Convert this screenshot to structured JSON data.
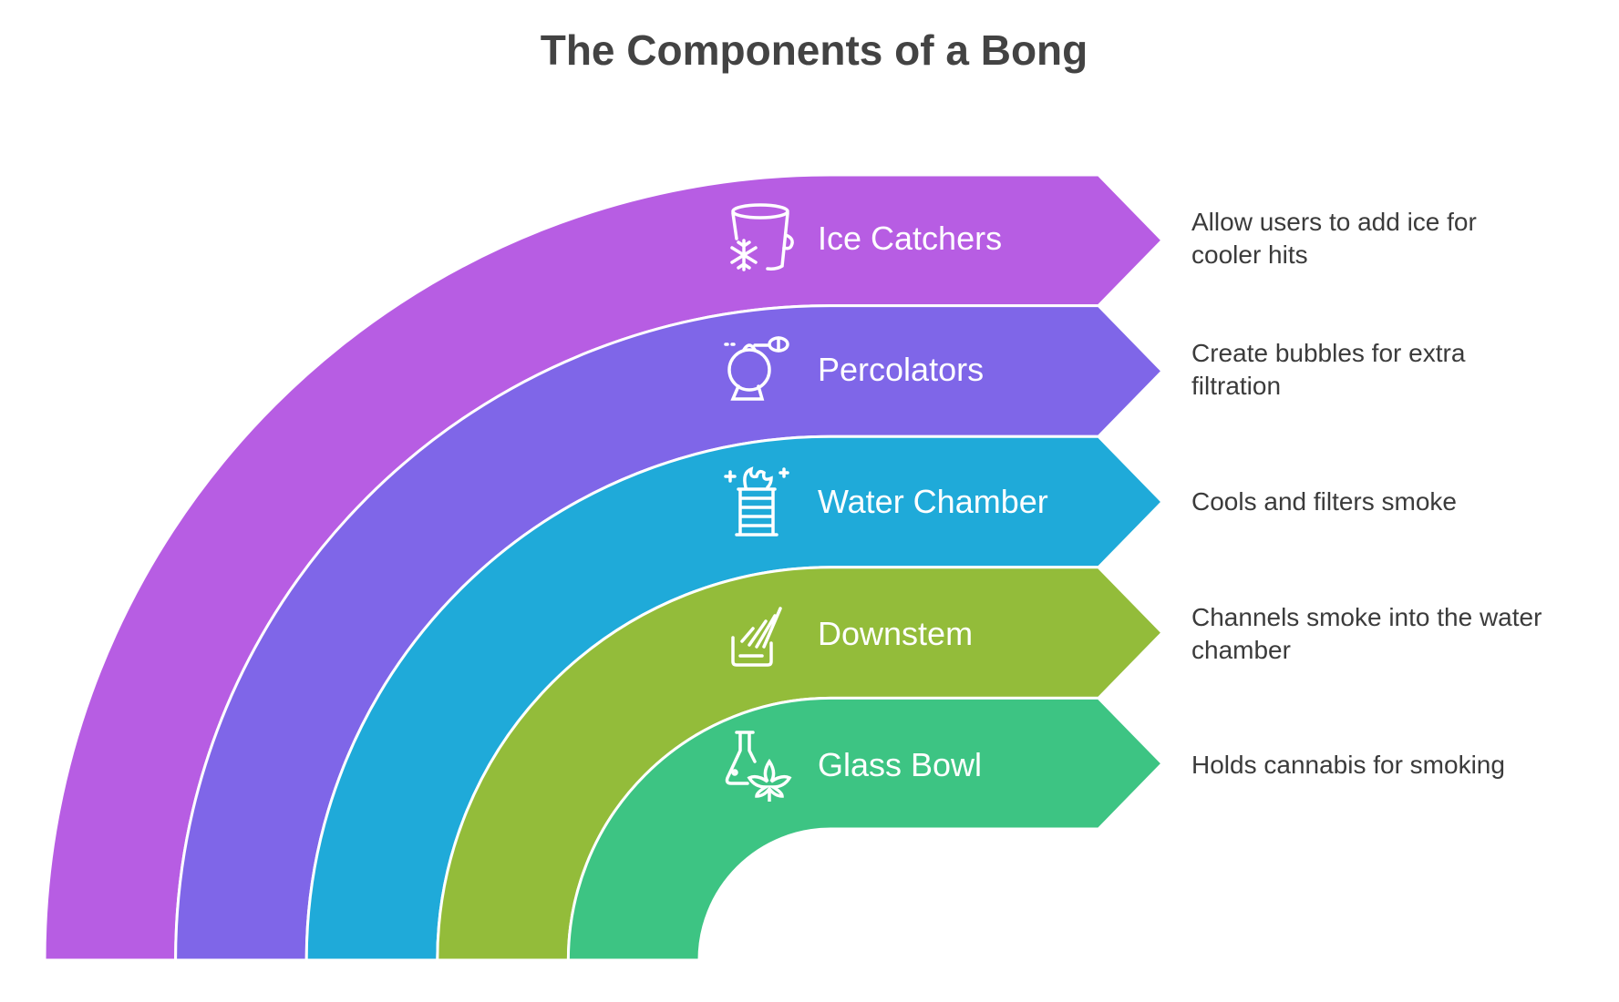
{
  "title": "The Components of a Bong",
  "components": [
    {
      "name": "Ice Catchers",
      "description": "Allow users to add ice for cooler hits",
      "color": "#B75DE3",
      "icon": "ice-bucket-icon"
    },
    {
      "name": "Percolators",
      "description": "Create bubbles for extra filtration",
      "color": "#7F66E8",
      "icon": "percolator-icon"
    },
    {
      "name": "Water Chamber",
      "description": "Cools and filters smoke",
      "color": "#1FAAD9",
      "icon": "water-chamber-icon"
    },
    {
      "name": "Downstem",
      "description": "Channels smoke into the water chamber",
      "color": "#93BC3A",
      "icon": "downstem-icon"
    },
    {
      "name": "Glass Bowl",
      "description": "Holds cannabis for smoking",
      "color": "#3DC483",
      "icon": "glass-bowl-icon"
    }
  ]
}
